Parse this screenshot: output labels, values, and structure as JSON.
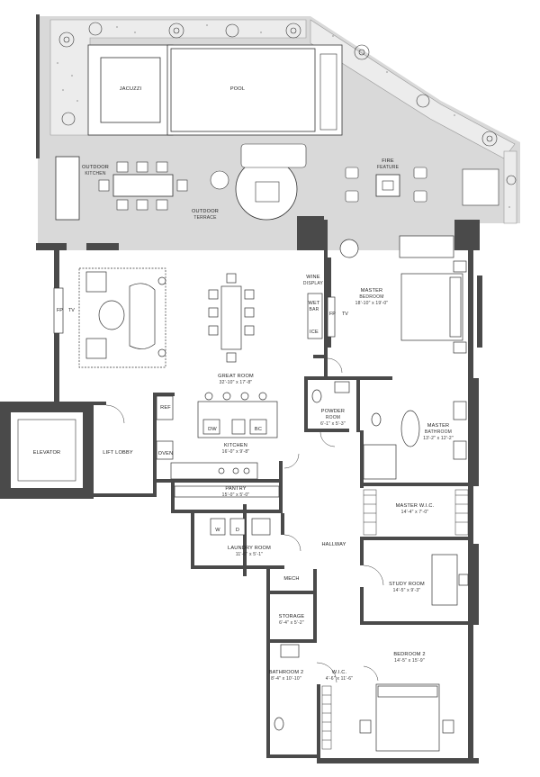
{
  "rooms": {
    "jacuzzi": {
      "name": "JACUZZI"
    },
    "pool": {
      "name": "POOL"
    },
    "outdoor_kitchen": {
      "line1": "OUTDOOR",
      "line2": "KITCHEN"
    },
    "outdoor_terrace": {
      "line1": "OUTDOOR",
      "line2": "TERRACE"
    },
    "fire_feature": {
      "line1": "FIRE",
      "line2": "FEATURE"
    },
    "master_bedroom": {
      "line1": "MASTER",
      "line2": "BEDROOM",
      "dims": "18'-10\" x 19'-0\""
    },
    "wine_display": {
      "line1": "WINE",
      "line2": "DISPLAY"
    },
    "wet_bar": {
      "line1": "WET",
      "line2": "BAR"
    },
    "ice": {
      "name": "ICE"
    },
    "great_room": {
      "name": "GREAT ROOM",
      "dims": "32'-10\" x 17'-8\""
    },
    "powder_room": {
      "name": "POWDER",
      "name2": "ROOM",
      "dims": "6'-1\" x 5'-3\""
    },
    "master_bathroom": {
      "line1": "MASTER",
      "line2": "BATHROOM",
      "dims": "13'-2\" x 12'-2\""
    },
    "elevator": {
      "name": "ELEVATOR"
    },
    "lift_lobby": {
      "name": "LIFT LOBBY"
    },
    "ref": {
      "name": "REF"
    },
    "oven": {
      "name": "OVEN"
    },
    "kitchen": {
      "name": "KITCHEN",
      "dims": "16'-0\" x 9'-8\""
    },
    "dw": {
      "name": "DW"
    },
    "bc": {
      "name": "BC"
    },
    "pantry": {
      "name": "PANTRY",
      "dims": "15'-0\" x 5'-0\""
    },
    "master_wic": {
      "name": "MASTER W.I.C.",
      "dims": "14'-4\" x 7'-0\""
    },
    "laundry_room": {
      "name": "LAUNDRY ROOM",
      "dims": "11'-6\" x 5'-1\""
    },
    "washer": {
      "name": "W"
    },
    "dryer": {
      "name": "D"
    },
    "hallway": {
      "name": "HALLWAY"
    },
    "mech": {
      "name": "MECH"
    },
    "storage": {
      "name": "STORAGE",
      "dims": "6'-4\" x 5'-2\""
    },
    "study_room": {
      "name": "STUDY ROOM",
      "dims": "14'-5\" x 9'-3\""
    },
    "bathroom_2": {
      "name": "BATHROOM 2",
      "dims": "8'-4\" x 10'-10\""
    },
    "wic": {
      "name": "W.I.C.",
      "dims": "4'-6\" x 11'-6\""
    },
    "bedroom_2": {
      "name": "BEDROOM 2",
      "dims": "14'-5\" x 15'-9\""
    }
  },
  "fixtures": {
    "fp_great": "FP",
    "tv_great": "TV",
    "fp_master": "FP",
    "tv_master": "TV"
  }
}
